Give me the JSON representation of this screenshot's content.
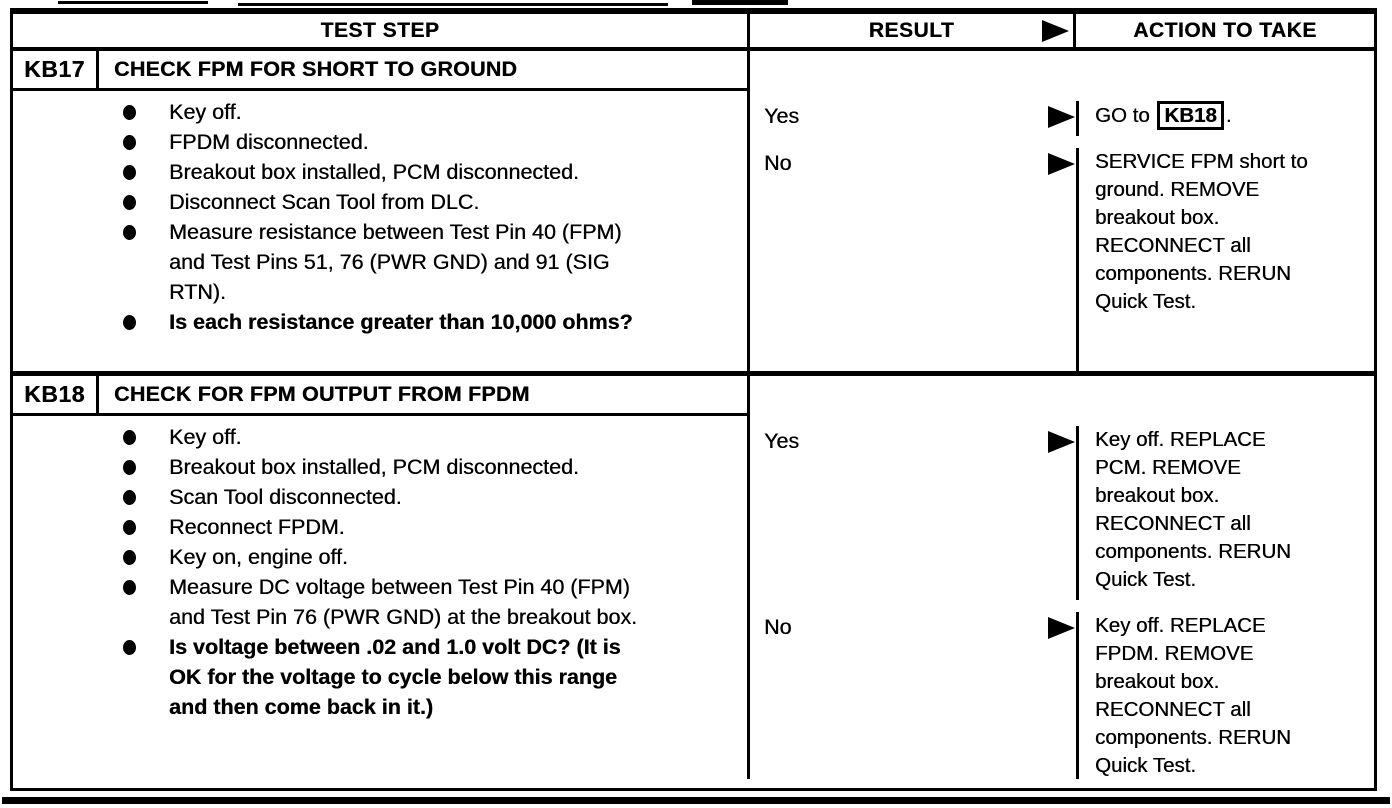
{
  "colors": {
    "ink": "#000000",
    "paper": "#ffffff"
  },
  "icons": {
    "result_arrow": "right-arrowhead"
  },
  "table": {
    "columns": {
      "test_step": "TEST STEP",
      "result": "RESULT",
      "action": "ACTION TO TAKE"
    },
    "rows": [
      {
        "id": "KB17",
        "title": "CHECK FPM FOR SHORT TO GROUND",
        "steps": [
          "Key off.",
          "FPDM disconnected.",
          "Breakout box installed, PCM disconnected.",
          "Disconnect Scan Tool from DLC.",
          "Measure resistance between Test Pin 40 (FPM) and Test Pins 51, 76 (PWR GND) and 91 (SIG RTN).",
          "Is each resistance greater than 10,000 ohms?"
        ],
        "outcomes": [
          {
            "result": "Yes",
            "action_prefix": "GO to ",
            "action_ref": "KB18",
            "action_suffix": "."
          },
          {
            "result": "No",
            "action": "SERVICE FPM short to ground. REMOVE breakout box. RECONNECT all components. RERUN Quick Test."
          }
        ]
      },
      {
        "id": "KB18",
        "title": "CHECK FOR FPM OUTPUT FROM FPDM",
        "steps": [
          "Key off.",
          "Breakout box installed, PCM disconnected.",
          "Scan Tool disconnected.",
          "Reconnect FPDM.",
          "Key on, engine off.",
          "Measure DC voltage between Test Pin 40 (FPM) and Test Pin 76 (PWR GND) at the breakout box.",
          "Is voltage between .02 and 1.0 volt DC? (It is OK for the voltage to cycle below this range and then come back in it.)"
        ],
        "outcomes": [
          {
            "result": "Yes",
            "action": "Key off. REPLACE PCM. REMOVE breakout box. RECONNECT all components. RERUN Quick Test."
          },
          {
            "result": "No",
            "action": "Key off. REPLACE FPDM. REMOVE breakout box. RECONNECT all components. RERUN Quick Test."
          }
        ]
      }
    ]
  }
}
